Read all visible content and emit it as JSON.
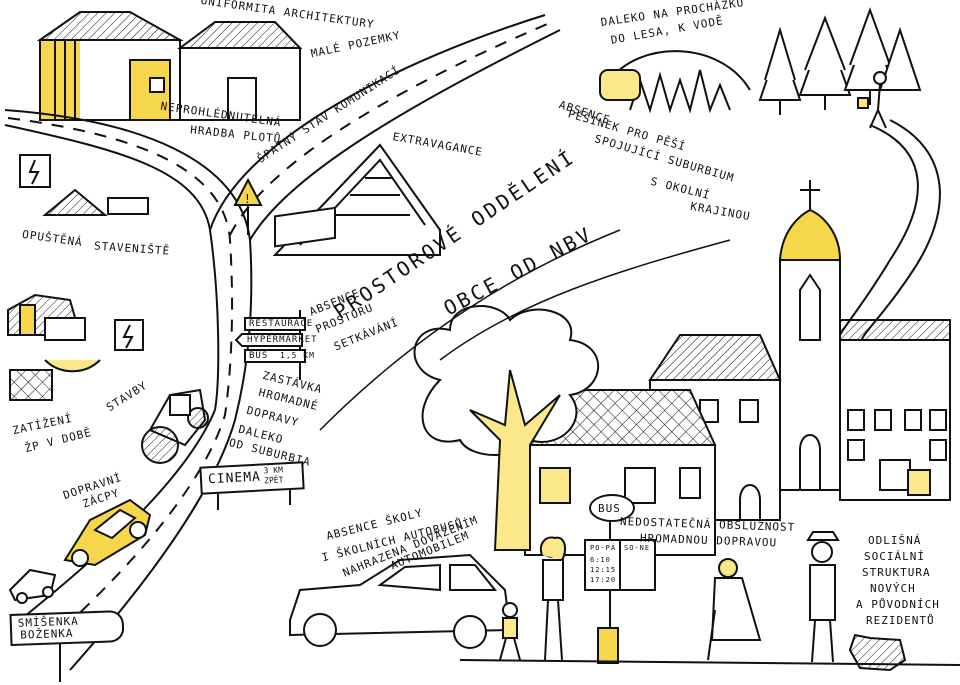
{
  "labels": {
    "uniformity": "Uniformita architektury",
    "small_plots": "Malé pozemky",
    "fences_1": "Neprohlédnutelná",
    "fences_2": "hradba plotů",
    "roads_bad": "Špatný stav komunikací",
    "extravagance": "Extravagance",
    "far_walk_1": "Daleko na procházku",
    "far_walk_2": "do lesa, k vodě",
    "no_paths_1": "Absence",
    "no_paths_2": "pěšinek pro pěší",
    "no_paths_3": "spojující suburbium",
    "no_paths_4": "s okolní",
    "no_paths_5": "krajinou",
    "abandoned_1": "Opuštěná",
    "abandoned_2": "staveniště",
    "no_meeting_1": "Absence",
    "no_meeting_2": "prostoru",
    "no_meeting_3": "setkávání",
    "separation_1": "Prostorové oddělení",
    "separation_2": "obce od NBV",
    "stop_1": "Zastávka",
    "stop_2": "hromadné",
    "stop_3": "dopravy",
    "stop_4": "daleko",
    "stop_5": "od suburbia",
    "construction_1": "Zatížení",
    "construction_2": "stavby",
    "construction_3": "ŽP v době",
    "traffic_1": "Dopravní",
    "traffic_2": "zácpy",
    "no_school_1": "Absence školy",
    "no_school_2": "i školních autobusů",
    "no_school_3": "nahrazena dovážením",
    "no_school_4": "automobilem",
    "poor_transit_1": "Nedostatečná obslužnost",
    "poor_transit_2": "hromadnou dopravou",
    "social_1": "Odlišná",
    "social_2": "sociální",
    "social_3": "struktura",
    "social_4": "nových",
    "social_5": "a původních",
    "social_6": "rezidentů"
  },
  "signs": {
    "restaurace": "Restaurace",
    "hypermarket": "Hypermarket",
    "bus": "Bus",
    "bus_km": "1,5 km",
    "cinema": "Cinema",
    "cinema_km": "3 km",
    "cinema_dir": "zpět",
    "smisenka_1": "Smíšenka",
    "smisenka_2": "Boženka",
    "bus_stop": "Bus",
    "timetable_h1": "Po-Pá",
    "timetable_h2": "So-Ne",
    "timetable_r1": "6:10",
    "timetable_r2": "12:15",
    "timetable_r3": "17:20"
  },
  "colors": {
    "ink": "#111111",
    "accent_yellow": "#f6d64a",
    "light_yellow": "#fbe88a",
    "paper": "#ffffff"
  }
}
